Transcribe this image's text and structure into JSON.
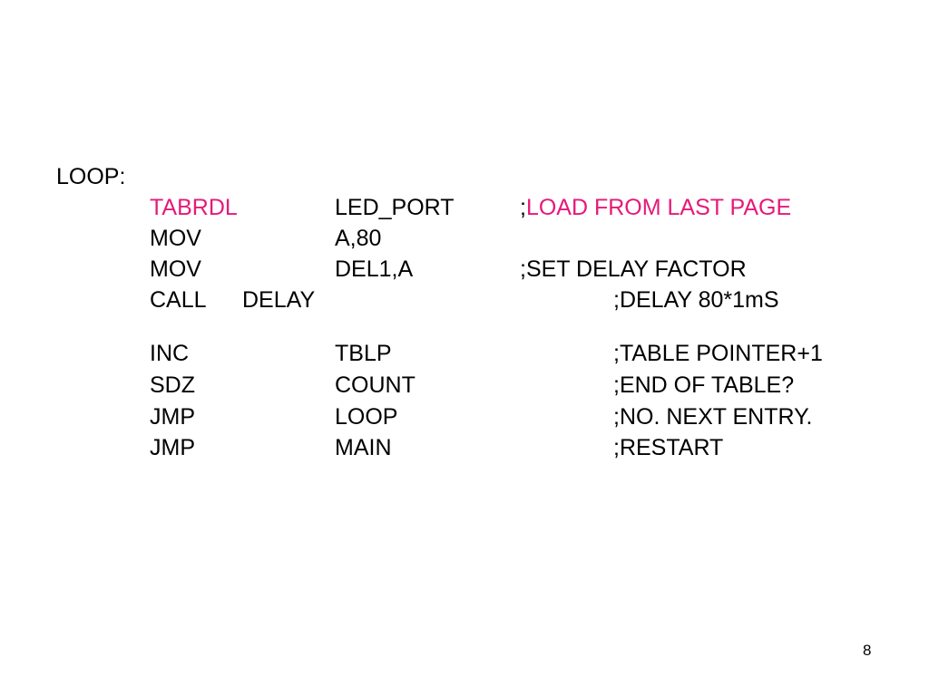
{
  "slide": {
    "label": "LOOP:",
    "page_number": "8",
    "accent_color": "#e6197a",
    "lines": [
      {
        "op": "TABRDL",
        "arg": "LED_PORT",
        "semi": ";",
        "comment": "LOAD FROM LAST PAGE"
      },
      {
        "op": "MOV",
        "arg": "A,80",
        "comment": ""
      },
      {
        "op": "MOV",
        "arg": "DEL1,A",
        "comment": ";SET DELAY FACTOR"
      },
      {
        "op": "CALL",
        "arg": "DELAY",
        "comment": ";DELAY 80*1mS"
      },
      {
        "op": "INC",
        "arg": "TBLP",
        "comment": ";TABLE POINTER+1"
      },
      {
        "op": "SDZ",
        "arg": "COUNT",
        "comment": ";END OF TABLE?"
      },
      {
        "op": "JMP",
        "arg": "LOOP",
        "comment": ";NO. NEXT ENTRY."
      },
      {
        "op": "JMP",
        "arg": "MAIN",
        "comment": ";RESTART"
      }
    ]
  }
}
